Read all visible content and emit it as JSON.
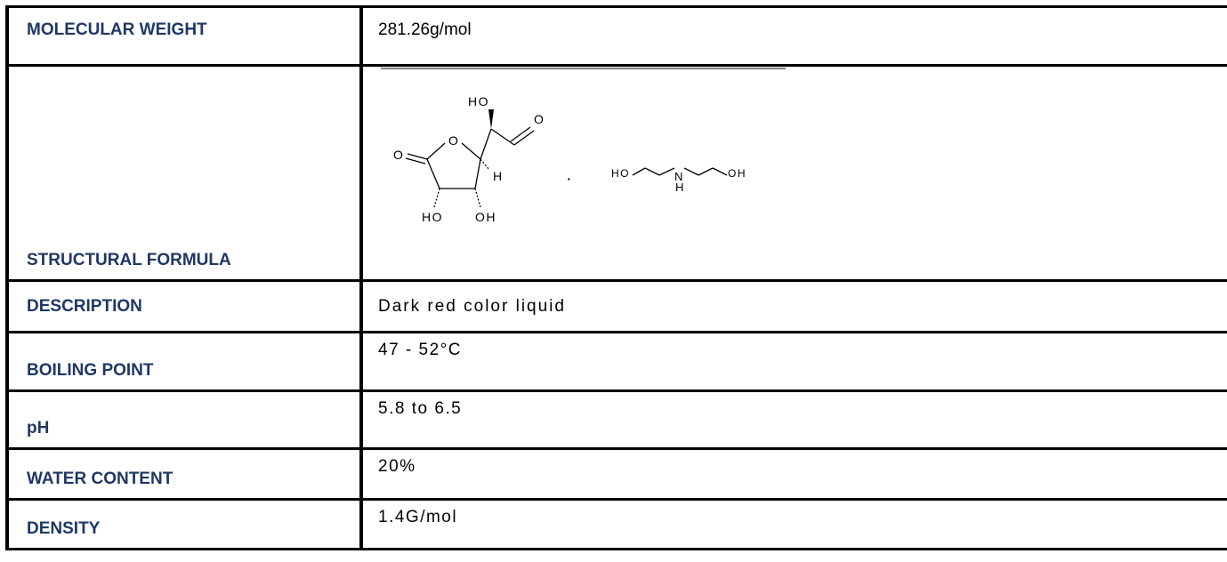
{
  "rows": [
    {
      "label": "MOLECULAR WEIGHT",
      "value": "281.26g/mol"
    },
    {
      "label": "STRUCTURAL FORMULA",
      "value": ""
    },
    {
      "label": "DESCRIPTION",
      "value": "Dark red color liquid"
    },
    {
      "label": "BOILING POINT",
      "value": "47 - 52°C"
    },
    {
      "label": "pH",
      "value": "5.8 to 6.5"
    },
    {
      "label": "WATER CONTENT",
      "value": "20%"
    },
    {
      "label": "DENSITY",
      "value": "1.4G/mol"
    }
  ],
  "structure": {
    "atoms": {
      "ho_top": "HO",
      "o_aldehyde": "O",
      "o_lactone_carbonyl": "O",
      "o_ring": "O",
      "h_stereo": "H",
      "ho_bottom_left": "HO",
      "oh_bottom_right": "OH",
      "dot": "·",
      "ho_amine": "HO",
      "n_amine": "N",
      "h_amine": "H",
      "oh_amine": "OH"
    }
  },
  "colors": {
    "label_text": "#1f3864",
    "border": "#000000",
    "value_text": "#000000"
  }
}
